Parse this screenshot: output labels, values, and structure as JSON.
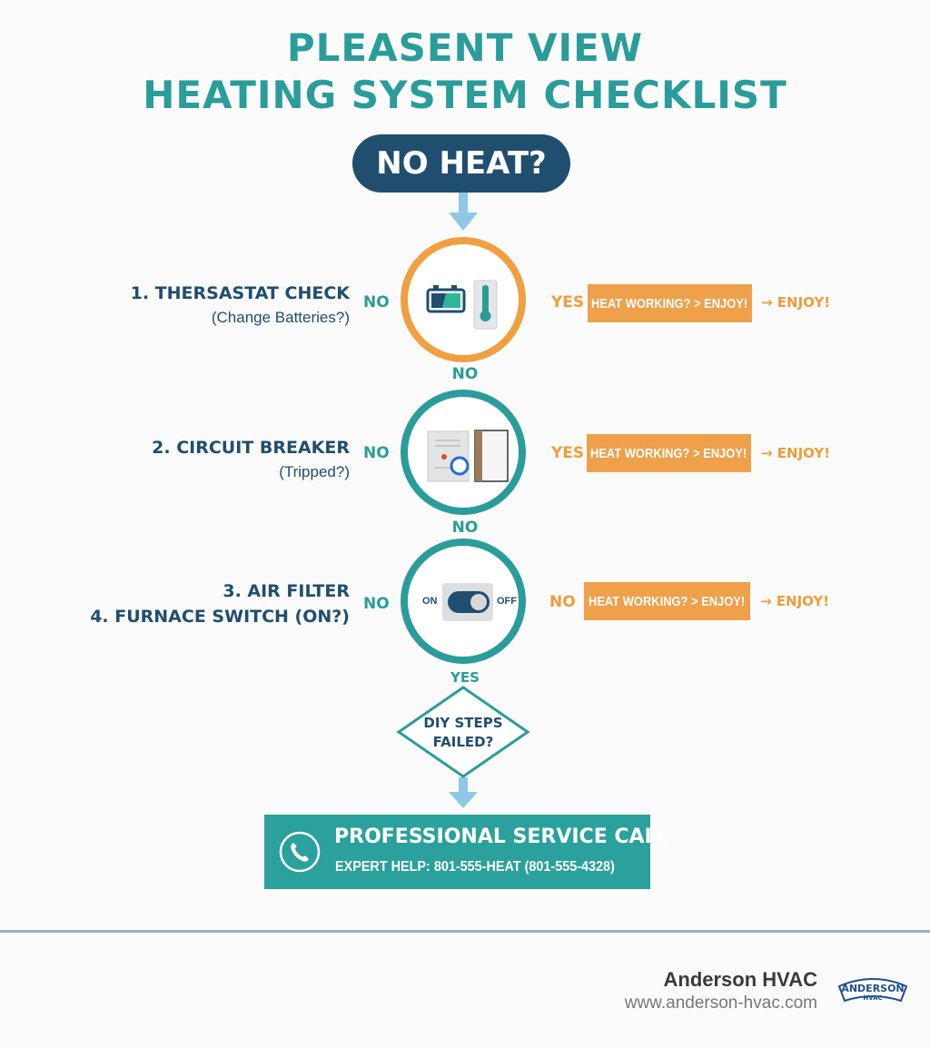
{
  "title": {
    "line1": "PLEASENT  VIEW",
    "line2": "HEATING SYSTEM CHECKLIST"
  },
  "start": {
    "label": "NO HEAT?"
  },
  "steps": [
    {
      "title": "1. THERSASTAT CHECK",
      "subtitle": "(Change Batteries?)",
      "left_label": "NO",
      "right_label": "YES",
      "result": "HEAT WORKING? > ENJOY!",
      "after": "→ ENJOY!",
      "icon": "battery-thermostat-icon",
      "ring_color": "#f0a040"
    },
    {
      "title": "2. CIRCUIT BREAKER",
      "subtitle": "(Tripped?)",
      "left_label": "NO",
      "right_label": "YES",
      "result": "HEAT WORKING? > ENJOY!",
      "after": "→ ENJOY!",
      "icon": "breaker-filter-icon",
      "ring_color": "#2a9d9a"
    },
    {
      "title": "3. AIR FILTER",
      "subtitle": "4. FURNACE SWITCH (ON?)",
      "left_label": "NO",
      "right_label": "NO",
      "result": "HEAT WORKING? > ENJOY!",
      "after": "→ ENJOY!",
      "icon": "toggle-switch-icon",
      "ring_color": "#2a9d9a",
      "switch_on": "ON",
      "switch_off": "OFF"
    }
  ],
  "connectors": [
    "NO",
    "NO",
    "YES"
  ],
  "decision": {
    "line1": "DIY STEPS",
    "line2": "FAILED?"
  },
  "service": {
    "title": "PROFESSIONAL SERVICE CALL",
    "detail": "EXPERT HELP: 801-555-HEAT (801-555-4328)",
    "icon": "phone-icon"
  },
  "footer": {
    "company": "Anderson HVAC",
    "url": "www.anderson-hvac.com",
    "logo_text": "ANDERSON",
    "logo_sub": "HVAC"
  },
  "colors": {
    "teal": "#2a9d9a",
    "navy": "#1f4e6e",
    "orange": "#efa04a",
    "arrow": "#8fc8e6"
  }
}
